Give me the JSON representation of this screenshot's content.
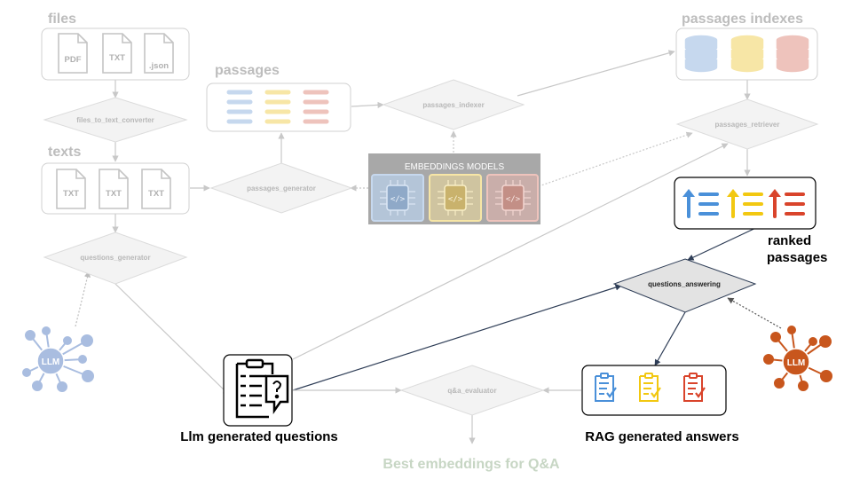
{
  "groups": {
    "files": "files",
    "passages": "passages",
    "texts": "texts",
    "passages_indexes": "passages indexes"
  },
  "file_types": [
    "PDF",
    "TXT",
    ".json"
  ],
  "text_types": [
    "TXT",
    "TXT",
    "TXT"
  ],
  "processes": {
    "files_to_text_converter": "files_to_text_converter",
    "passages_generator": "passages_generator",
    "passages_indexer": "passages_indexer",
    "passages_retriever": "passages_retriever",
    "questions_generator": "questions_generator",
    "questions_answering": "questions_answering",
    "qa_evaluator": "q&a_evaluator"
  },
  "embeddings_models_label": "EMBEDDINGS MODELS",
  "llm_label": "LLM",
  "labels": {
    "ranked_passages_line1": "ranked",
    "ranked_passages_line2": "passages",
    "llm_generated_questions": "Llm generated questions",
    "rag_generated_answers": "RAG generated answers",
    "best_embeddings": "Best embeddings for Q&A"
  },
  "colors": {
    "blue": "#4a90d9",
    "yellow": "#f2c811",
    "red": "#d9442b",
    "llm_blue": "#a9bde0",
    "llm_orange": "#c8561d",
    "faded_blue": "#c6d8ee",
    "faded_yellow": "#f7e6a6",
    "faded_red": "#eec3bc"
  }
}
